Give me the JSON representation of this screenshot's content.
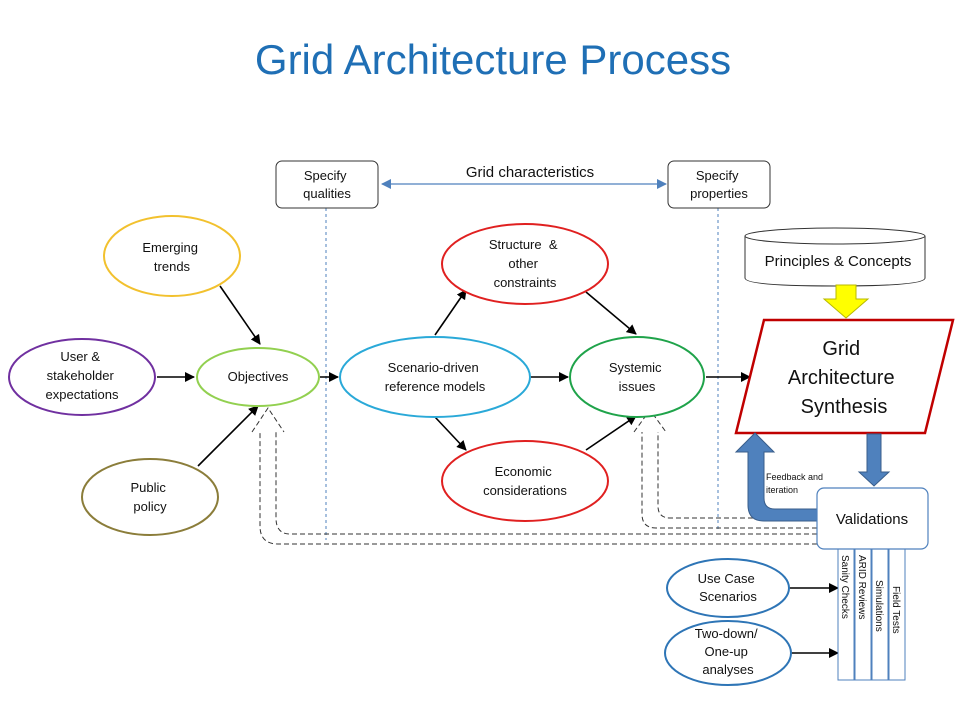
{
  "title": "Grid Architecture Process",
  "colors": {
    "title": "#1f6fb5",
    "emerging_trends": "#f2c12e",
    "user_expectations": "#7030a0",
    "public_policy": "#8b7d3a",
    "objectives": "#92d050",
    "reference_models": "#2aa9d8",
    "structure_constraints": "#e02020",
    "economic": "#e02020",
    "systemic": "#1fa34a",
    "synthesis_border": "#c00000",
    "principles_arrow": "#ffff00",
    "blue_arrow": "#4f81bd",
    "validations_border": "#4f81bd",
    "use_case": "#2e75b6"
  },
  "boxes": {
    "specify_qualities": [
      "Specify",
      "qualities"
    ],
    "specify_properties": [
      "Specify",
      "properties"
    ],
    "grid_characteristics": "Grid characteristics",
    "principles": "Principles & Concepts",
    "synthesis": [
      "Grid",
      "Architecture",
      "Synthesis"
    ],
    "validations": "Validations",
    "feedback": [
      "Feedback and",
      "iteration"
    ]
  },
  "nodes": {
    "emerging_trends": [
      "Emerging",
      "trends"
    ],
    "user_expectations": [
      "User &",
      "stakeholder",
      "expectations"
    ],
    "public_policy": [
      "Public",
      "policy"
    ],
    "objectives": "Objectives",
    "reference_models": [
      "Scenario-driven",
      "reference models"
    ],
    "structure_constraints": [
      "Structure  &",
      "other",
      "constraints"
    ],
    "economic": [
      "Economic",
      "considerations"
    ],
    "systemic": [
      "Systemic",
      "issues"
    ],
    "use_case": [
      "Use Case",
      "Scenarios"
    ],
    "two_down": [
      "Two-down/",
      "One-up",
      "analyses"
    ]
  },
  "validation_items": [
    "Sanity Checks",
    "ARID Reviews",
    "Simulations",
    "Field Tests"
  ]
}
